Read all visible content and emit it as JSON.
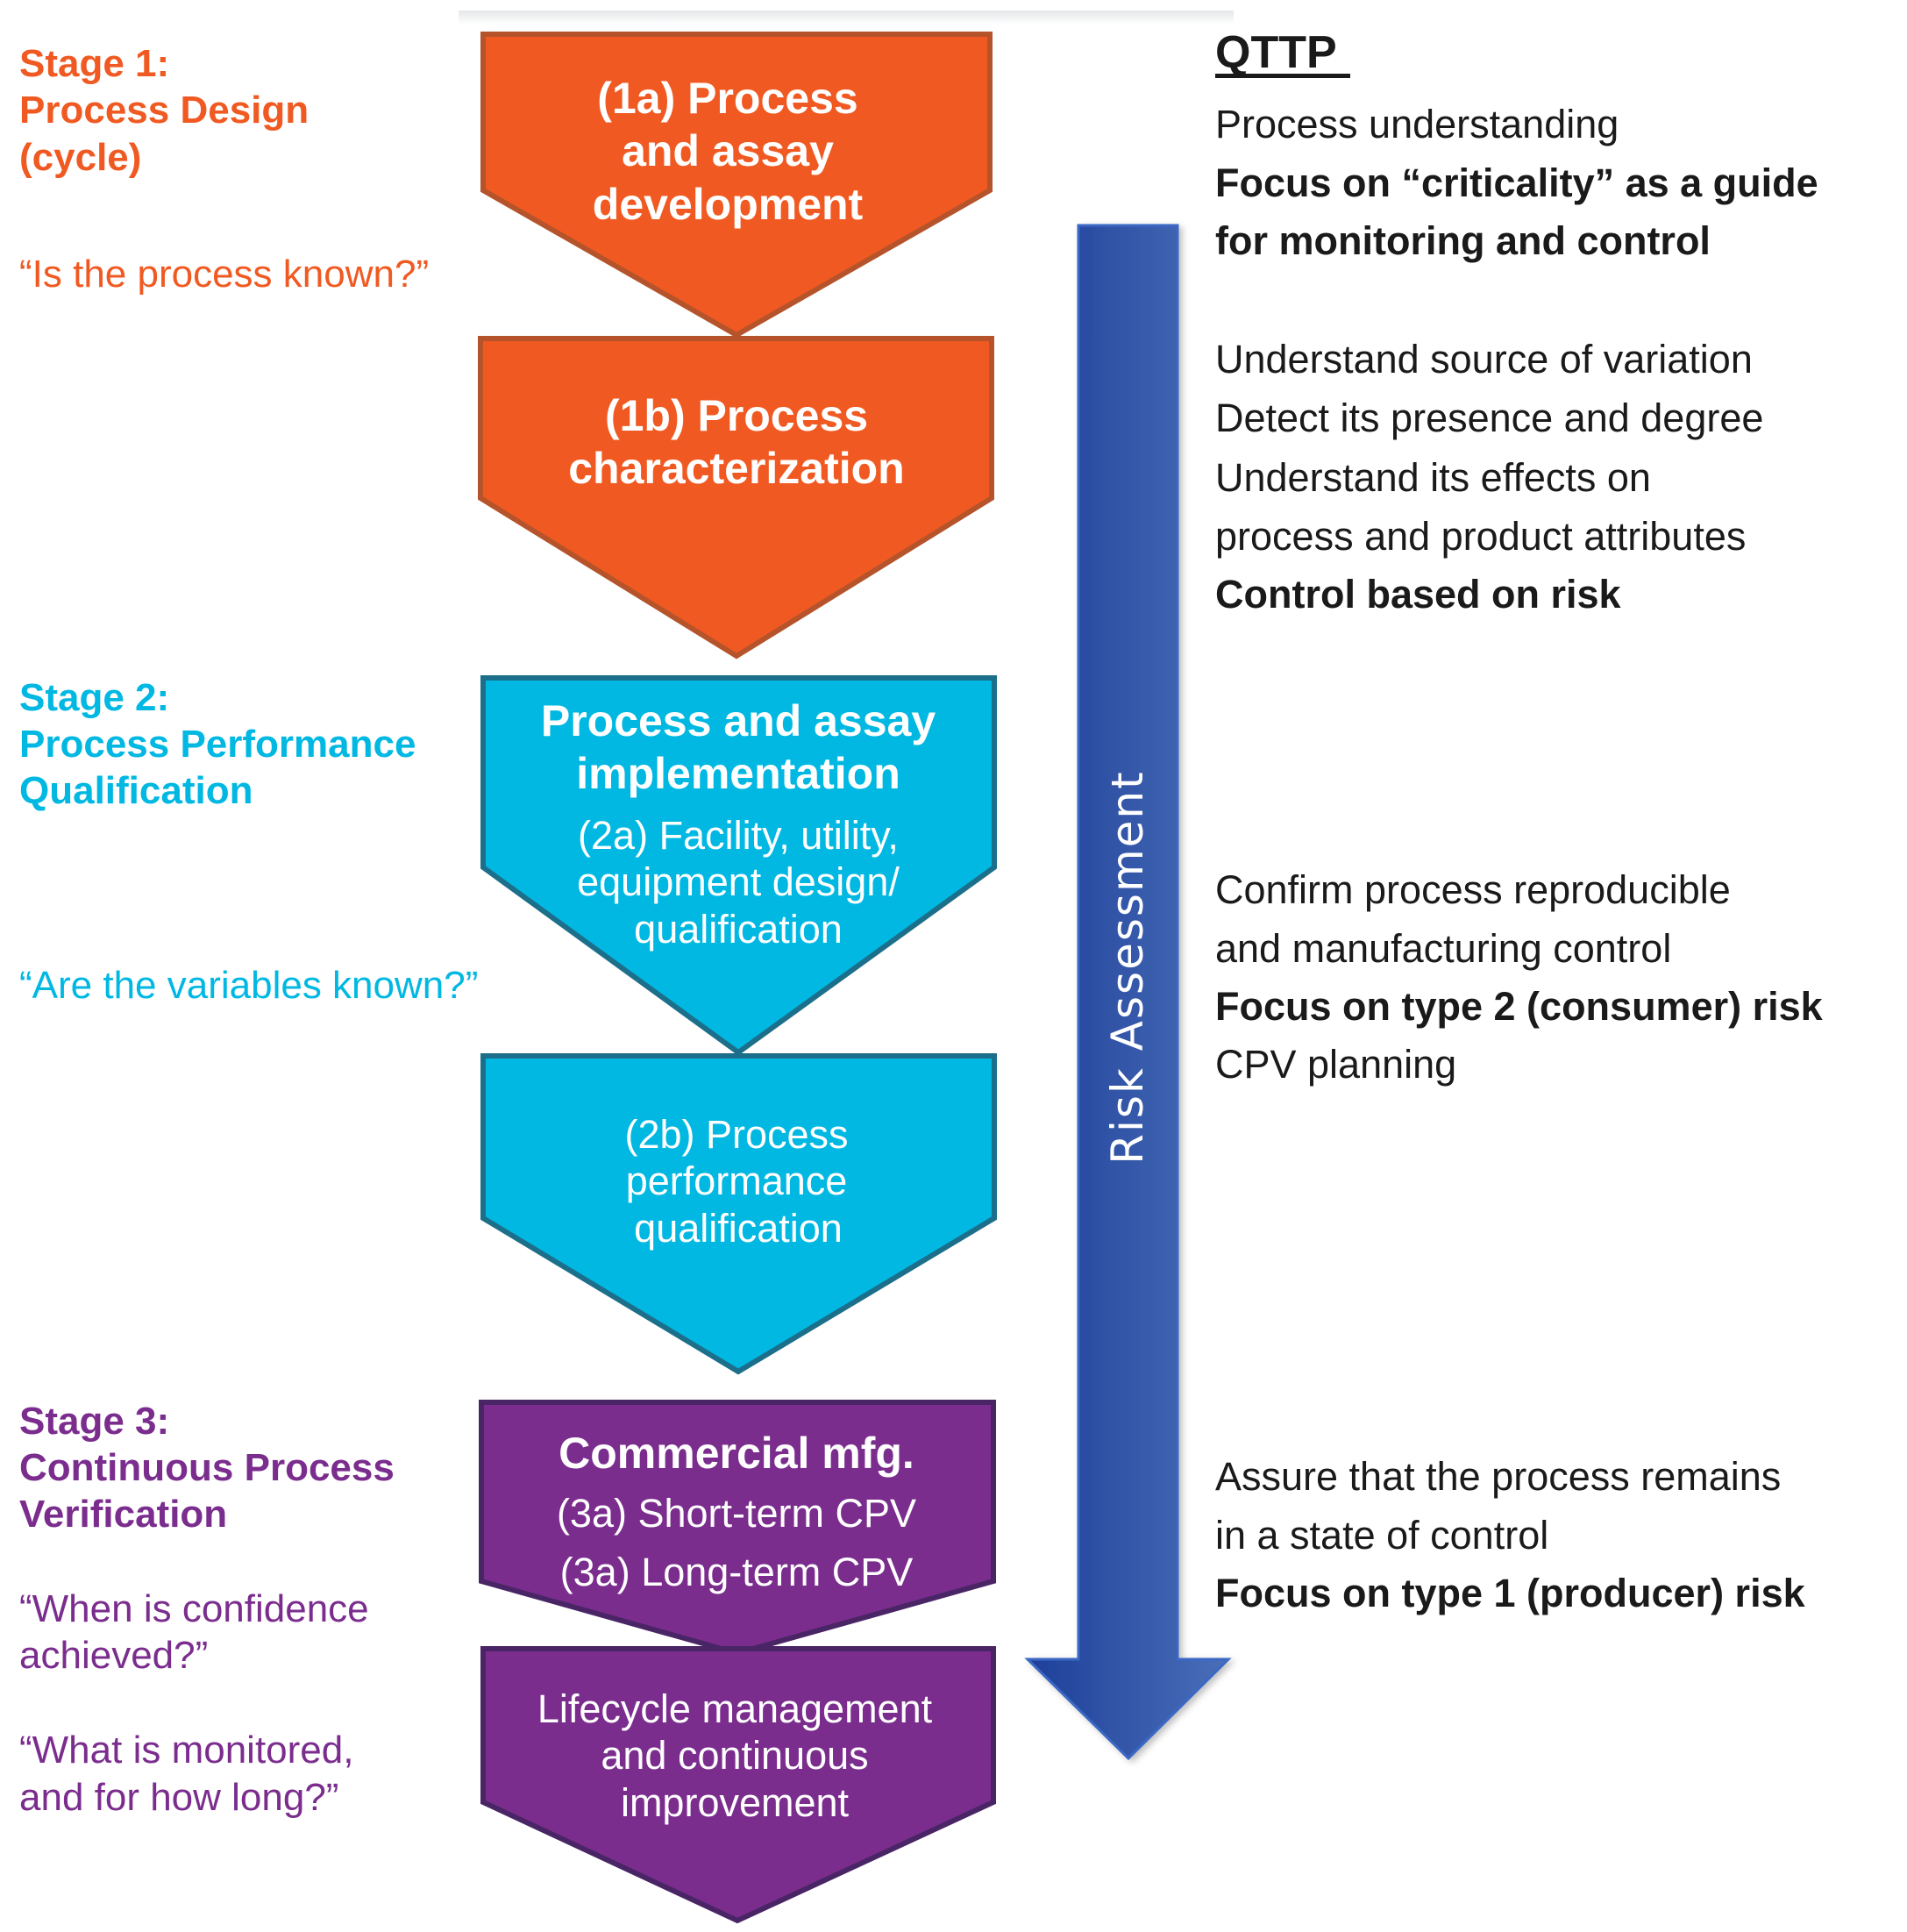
{
  "colors": {
    "stage1": "#f05a22",
    "stage1_border": "#b5532b",
    "stage2": "#00b8e2",
    "stage2_border": "#1c6f8a",
    "stage3": "#7b2d8e",
    "stage3_border": "#4a2566",
    "arrow": "#2f55a8",
    "text_dark": "#1a1a1a"
  },
  "stages": [
    {
      "title_lines": [
        "Stage 1:",
        "Process Design",
        "(cycle)"
      ],
      "questions": [
        [
          "“Is the process known?”"
        ]
      ]
    },
    {
      "title_lines": [
        "Stage 2:",
        "Process Performance",
        "Qualification"
      ],
      "questions": [
        [
          "“Are the variables known?”"
        ]
      ]
    },
    {
      "title_lines": [
        "Stage 3:",
        "Continuous Process",
        "Verification"
      ],
      "questions": [
        [
          "“When is confidence",
          "achieved?”"
        ],
        [
          "“What is monitored,",
          "and for how long?”"
        ]
      ]
    }
  ],
  "boxes": {
    "b1a": {
      "lines": [
        "(1a) Process",
        "and assay",
        "development"
      ]
    },
    "b1b": {
      "lines": [
        "(1b) Process",
        "characterization"
      ]
    },
    "b2a": {
      "heading": [
        "Process and assay",
        "implementation"
      ],
      "lines": [
        "(2a) Facility, utility,",
        "equipment design/",
        "qualification"
      ]
    },
    "b2b": {
      "lines": [
        "(2b) Process",
        "performance",
        "qualification"
      ]
    },
    "b3a": {
      "heading": [
        "Commercial mfg."
      ],
      "lines": [
        "(3a) Short-term CPV",
        "(3a) Long-term CPV"
      ]
    },
    "b3b": {
      "lines": [
        "Lifecycle management",
        "and continuous",
        "improvement"
      ]
    }
  },
  "risk_arrow": {
    "label": "Risk Assessment"
  },
  "qttp": {
    "title": "QTTP",
    "groups": [
      [
        {
          "text": "Process understanding",
          "bold": false
        },
        {
          "text": "Focus on “criticality” as a guide",
          "bold": true
        },
        {
          "text": "for monitoring and control",
          "bold": true
        }
      ],
      [
        {
          "text": "Understand source of variation",
          "bold": false
        },
        {
          "text": "Detect its presence and degree",
          "bold": false
        },
        {
          "text": "Understand its effects on",
          "bold": false
        },
        {
          "text": "process and product attributes",
          "bold": false
        },
        {
          "text": "Control based on risk",
          "bold": true
        }
      ],
      [
        {
          "text": "Confirm process reproducible",
          "bold": false
        },
        {
          "text": "and manufacturing control",
          "bold": false
        },
        {
          "text": "Focus on type 2 (consumer) risk",
          "bold": true
        },
        {
          "text": "CPV planning",
          "bold": false
        }
      ],
      [
        {
          "text": "Assure that the process remains",
          "bold": false
        },
        {
          "text": "in a state of control",
          "bold": false
        },
        {
          "text": "Focus on type 1 (producer) risk",
          "bold": true
        }
      ]
    ]
  }
}
